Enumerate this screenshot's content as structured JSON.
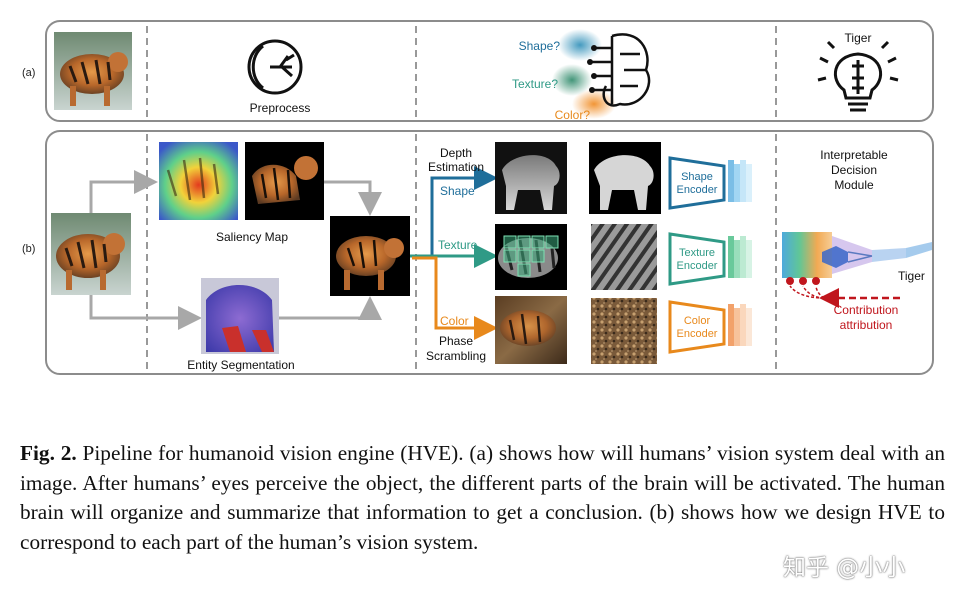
{
  "panel_a": {
    "row_label": "(a)",
    "preprocess": "Preprocess",
    "shape_q": "Shape?",
    "texture_q": "Texture?",
    "color_q": "Color?",
    "tiger": "Tiger"
  },
  "panel_b": {
    "row_label": "(b)",
    "saliency_map": "Saliency Map",
    "entity_segmentation": "Entity Segmentation",
    "depth_estimation": [
      "Depth",
      "Estimation"
    ],
    "shape": "Shape",
    "texture": "Texture",
    "color": "Color",
    "phase_scrambling": [
      "Phase",
      "Scrambling"
    ],
    "shape_encoder": [
      "Shape",
      "Encoder"
    ],
    "texture_encoder": [
      "Texture",
      "Encoder"
    ],
    "color_encoder": [
      "Color",
      "Encoder"
    ],
    "decision_module": [
      "Interpretable",
      "Decision",
      "Module"
    ],
    "tiger": "Tiger",
    "contribution_attribution": [
      "Contribution",
      "attribution"
    ]
  },
  "caption": {
    "label": "Fig. 2.",
    "text": "Pipeline for humanoid vision engine (HVE). (a) shows how will humans’ vision system deal with an image. After humans’ eyes perceive the object, the different parts of the brain will be activated. The human brain will organize and summarize that information to get a conclusion. (b) shows how we design HVE to correspond to each part of the human’s vision system."
  },
  "watermark": "知乎 @小小",
  "colors": {
    "shape": "#1f6e9a",
    "texture": "#2f9a86",
    "color": "#e8891c",
    "attribution": "#c0161d",
    "arrow_gray": "#a8a8a8",
    "frame": "#8c8c8c"
  }
}
